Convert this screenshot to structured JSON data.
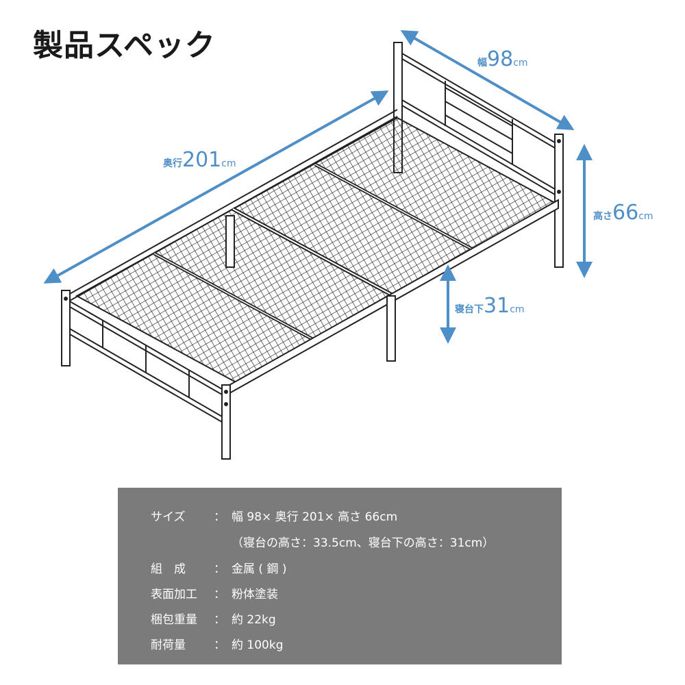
{
  "title": "製品スペック",
  "dimensions": {
    "width": {
      "label": "幅",
      "value": "98",
      "unit": "cm"
    },
    "depth": {
      "label": "奥行",
      "value": "201",
      "unit": "cm"
    },
    "height": {
      "label": "高さ",
      "value": "66",
      "unit": "cm"
    },
    "under_clearance": {
      "label": "寝台下",
      "value": "31",
      "unit": "cm"
    }
  },
  "colors": {
    "accent": "#4f8fc8",
    "spec_bg": "#7b7b7b",
    "spec_text": "#ffffff"
  },
  "spec": {
    "rows": [
      {
        "label": "サイズ",
        "sep": "：",
        "value": "幅 98× 奥行 201× 高さ 66cm"
      },
      {
        "label": "",
        "sep": "",
        "value": "（寝台の高さ：33.5cm、寝台下の高さ：31cm）"
      },
      {
        "label": "組　成",
        "sep": "：",
        "value": "金属 ( 鋼 )"
      },
      {
        "label": "表面加工",
        "sep": "：",
        "value": "粉体塗装"
      },
      {
        "label": "梱包重量",
        "sep": "：",
        "value": "約 22kg"
      },
      {
        "label": "耐荷量",
        "sep": "：",
        "value": "約 100kg"
      }
    ]
  }
}
